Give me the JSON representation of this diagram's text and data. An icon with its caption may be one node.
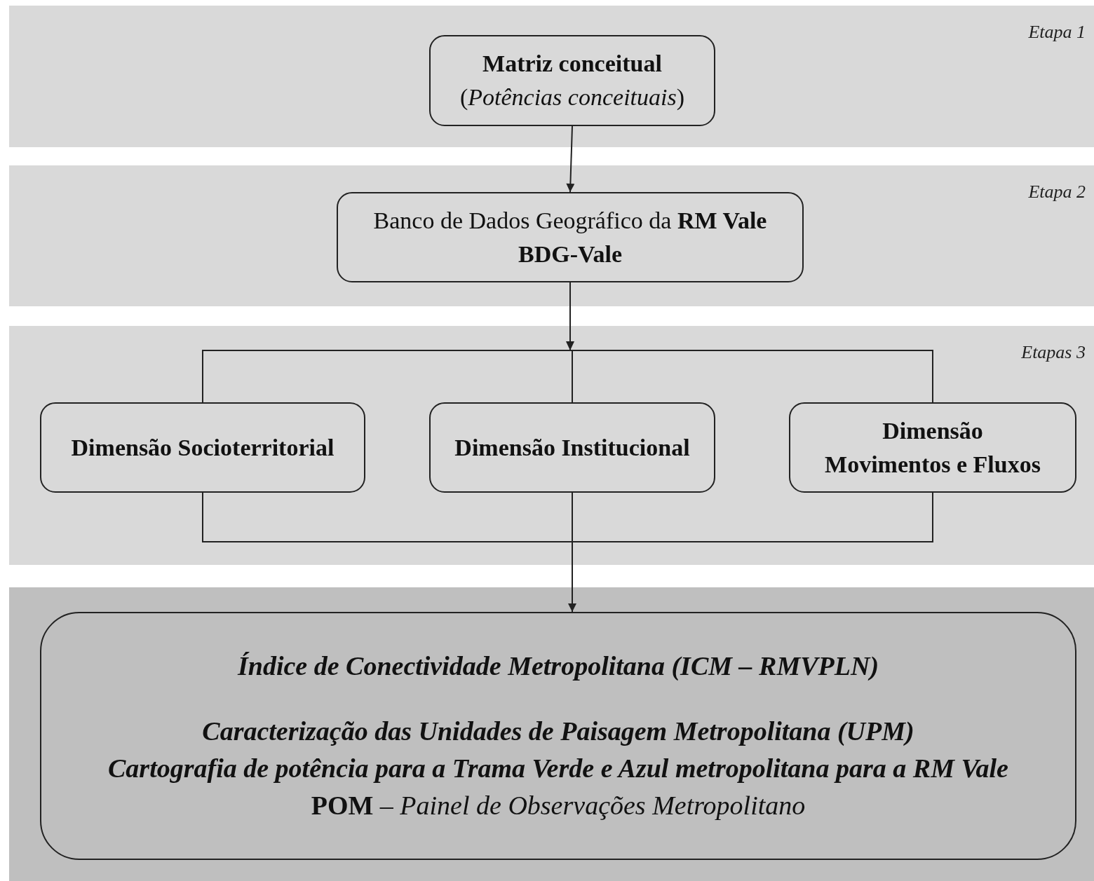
{
  "diagram": {
    "nodes": [
      {
        "text": [
          "Etapa 1"
        ]
      },
      {
        "text": [
          "Matriz conceitual",
          "(*Potências conceituais*)"
        ],
        "in": 0
      },
      {
        "text": [
          "Etapa 2"
        ]
      },
      {
        "text": [
          "Banco de Dados Geográfico da **RM Vale**",
          "BDG-Vale"
        ],
        "in": 2
      },
      {
        "text": [
          "Etapas 3"
        ]
      },
      {
        "text": [
          "Dimensão Socioterritorial"
        ],
        "in": 4
      },
      {
        "text": [
          "Dimensão Institucional"
        ],
        "in": 4
      },
      {
        "text": [
          "Dimensão Movimentos e Fluxos"
        ],
        "in": 4
      },
      {
        "text": [],
        "shape": "box"
      },
      {
        "text": [
          "Índice de Conectividade Metropolitana (ICM – RMVPLN)",
          "Caracterização das Unidades de Paisagem Metropolitana (UPM)",
          "Cartografia de potência para a Trama Verde e Azul metropolitana para a RM Vale",
          "**POM** – *Painel de Observações Metropolitano*"
        ],
        "in": 8
      }
    ],
    "edges": [
      {
        "from": 1,
        "to": 3,
        "arrow": "to"
      },
      {
        "from": 3,
        "to": 5,
        "arrow": "none"
      },
      {
        "from": 3,
        "to": 6,
        "arrow": "to"
      },
      {
        "from": 3,
        "to": 7,
        "arrow": "none"
      },
      {
        "from": 5,
        "to": 9,
        "arrow": "to"
      },
      {
        "from": 6,
        "to": 9,
        "arrow": "to"
      },
      {
        "from": 7,
        "to": 9,
        "arrow": "to"
      }
    ]
  }
}
